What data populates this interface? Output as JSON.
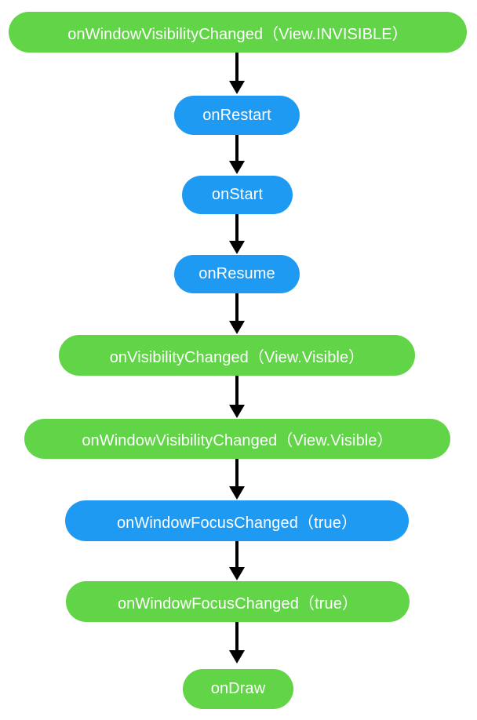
{
  "colors": {
    "green": "#62d448",
    "blue": "#1f9af2",
    "arrow": "#000000",
    "text": "#ffffff"
  },
  "nodes": [
    {
      "label": "onWindowVisibilityChanged（View.INVISIBLE）",
      "color": "green"
    },
    {
      "label": "onRestart",
      "color": "blue"
    },
    {
      "label": "onStart",
      "color": "blue"
    },
    {
      "label": "onResume",
      "color": "blue"
    },
    {
      "label": "onVisibilityChanged（View.Visible）",
      "color": "green"
    },
    {
      "label": "onWindowVisibilityChanged（View.Visible）",
      "color": "green"
    },
    {
      "label": "onWindowFocusChanged（true）",
      "color": "blue"
    },
    {
      "label": "onWindowFocusChanged（true）",
      "color": "green"
    },
    {
      "label": "onDraw",
      "color": "green"
    }
  ]
}
